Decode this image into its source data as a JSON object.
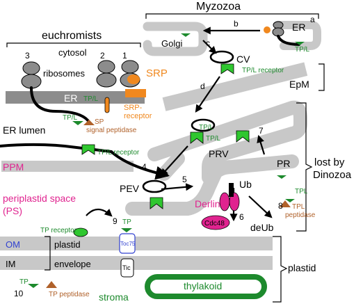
{
  "labels": {
    "myzozoa": "Myzozoa",
    "euchromists": "euchromists",
    "cytosol": "cytosol",
    "ribosomes": "ribosomes",
    "srp": "SRP",
    "srp_receptor_1": "SRP-",
    "srp_receptor_2": "receptor",
    "er_top": "ER",
    "er_left": "ER",
    "golgi": "Golgi",
    "cv": "CV",
    "epm": "EpM",
    "er_lumen": "ER lumen",
    "ppm": "PPM",
    "pev": "PEV",
    "prv": "PRV",
    "pr": "PR",
    "ub": "Ub",
    "deub": "deUb",
    "derlin": "Derlin",
    "cdc48": "Cdc48",
    "periplastid_space_1": "periplastid  space",
    "periplastid_space_2": "(PS)",
    "lost_by_1": "lost by",
    "lost_by_2": "Dinozoa",
    "om": "OM",
    "im": "IM",
    "plastid_envelope_1": "plastid",
    "plastid_envelope_2": "envelope",
    "plastid_bracket": "plastid",
    "toc75": "Toc75",
    "tic": "Tic",
    "thylakoid": "thylakoid",
    "stroma": "stroma",
    "tp_l": "TP/L",
    "tp_l_receptor": "TP/L receptor",
    "sp": "SP",
    "signal_peptidase": "signal peptidase",
    "tpl": "TPL",
    "tpl_peptidase_1": "TPL",
    "tpl_peptidase_2": "peptidase",
    "tp": "TP",
    "tp_receptor": "TP receptor",
    "tp_peptidase": "TP peptidase",
    "step_a": "a",
    "step_b": "b",
    "step_c": "c",
    "step_d": "d",
    "step_1": "1",
    "step_2": "2",
    "step_3": "3",
    "step_4": "4",
    "step_5": "5",
    "step_6": "6",
    "step_7": "7",
    "step_8": "8",
    "step_9": "9",
    "step_10": "10"
  },
  "colors": {
    "membrane": "#c8c8c8",
    "er_membrane": "#8c8c8c",
    "ribosome": "#8c8c8c",
    "receptor_green": "#2fc72f",
    "dark_green": "#1d8a2d",
    "srp_orange": "#f0881e",
    "peptidase_brown": "#b0612a",
    "magenta": "#e0238f",
    "blue": "#3040d0",
    "black": "#000000"
  }
}
